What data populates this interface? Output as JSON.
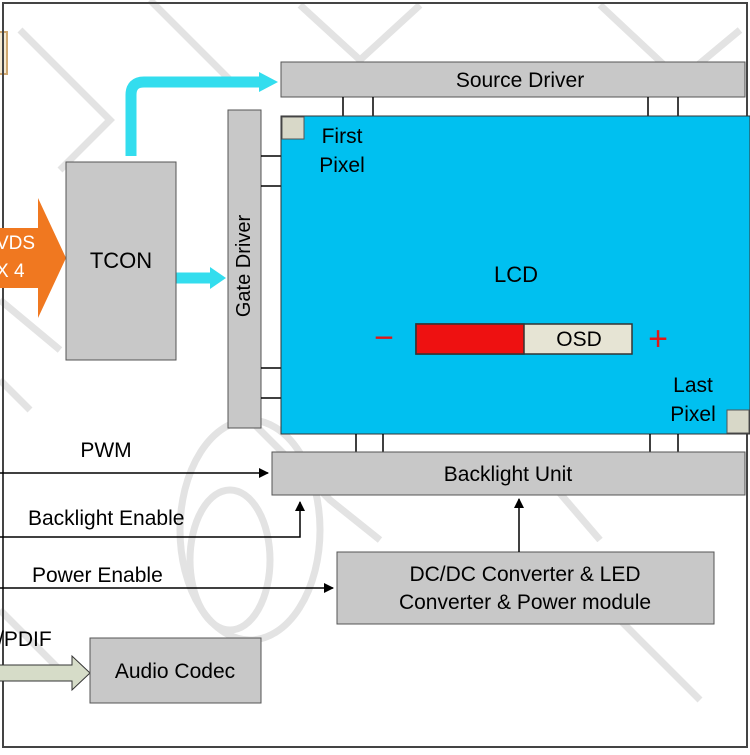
{
  "colors": {
    "box_fill": "#c8c8c8",
    "lcd_fill": "#00c0f0",
    "lvds_arrow": "#f07820",
    "cyan_arrow": "#33ddee",
    "osd_bar_red": "#ee1111",
    "osd_bar_beige": "#e6e4d4",
    "sign_red": "#e01818",
    "spdif_arrow": "#d6dcc8"
  },
  "blocks": {
    "source_driver": "Source Driver",
    "gate_driver": "Gate Driver",
    "tcon": "TCON",
    "lcd": "LCD",
    "first_pixel_line1": "First",
    "first_pixel_line2": "Pixel",
    "last_pixel_line1": "Last",
    "last_pixel_line2": "Pixel",
    "osd": "OSD",
    "minus": "−",
    "plus": "+",
    "backlight_unit": "Backlight Unit",
    "dcdc_line1": "DC/DC Converter & LED",
    "dcdc_line2": "Converter & Power module",
    "audio_codec": "Audio Codec"
  },
  "osd_level": 0.5,
  "inputs": {
    "lvds_line1": "VDS",
    "lvds_line2": "X 4",
    "pwm": "PWM",
    "backlight_enable": "Backlight Enable",
    "power_enable": "Power Enable",
    "spdif": "/PDIF"
  }
}
